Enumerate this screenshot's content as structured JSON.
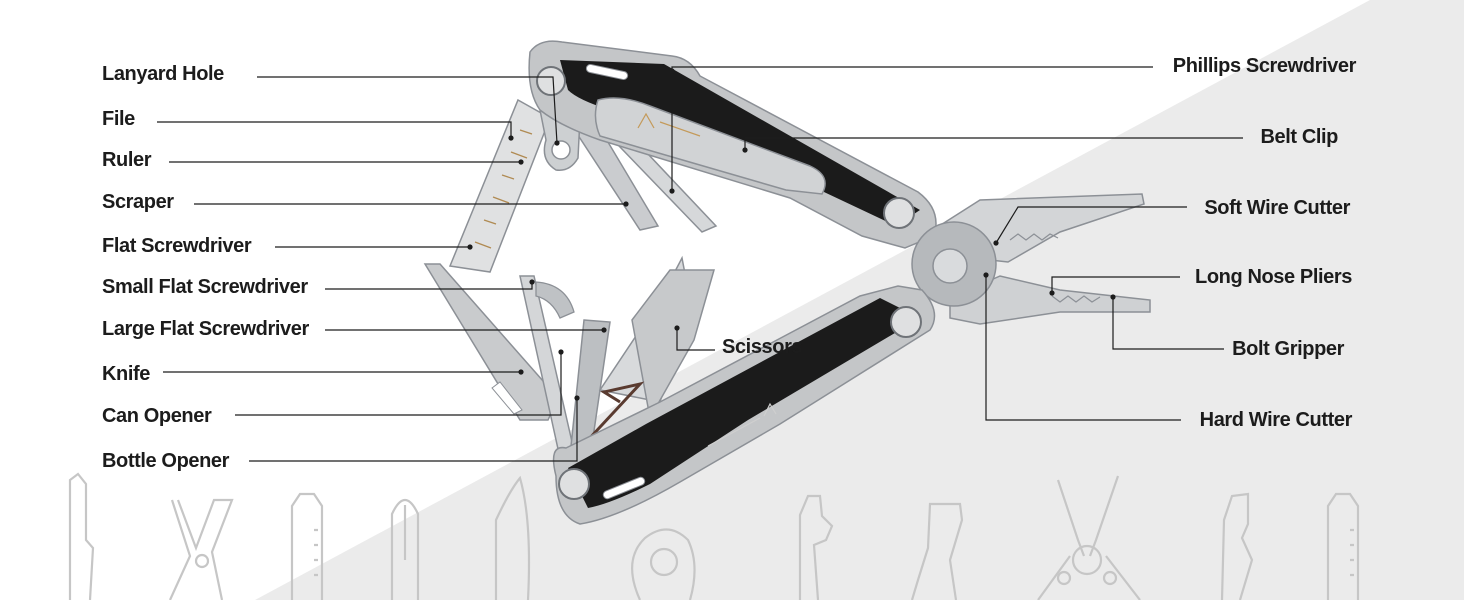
{
  "colors": {
    "background": "#ffffff",
    "diagonal_band": "#ebebeb",
    "handle_black": "#1b1b1b",
    "steel": "#c4c6c8",
    "steel_dark": "#8c9096",
    "leader_line": "#1c1c1c",
    "label_text": "#1c1c1c",
    "silhouette_stroke": "#c6c6c6",
    "ruler_marks": "#b08a52"
  },
  "labels_left": [
    {
      "id": "lanyard-hole",
      "text": "Lanyard Hole"
    },
    {
      "id": "file",
      "text": "File"
    },
    {
      "id": "ruler",
      "text": "Ruler"
    },
    {
      "id": "scraper",
      "text": "Scraper"
    },
    {
      "id": "flat-screwdriver",
      "text": "Flat Screwdriver"
    },
    {
      "id": "small-flat-screwdriver",
      "text": "Small Flat Screwdriver"
    },
    {
      "id": "large-flat-screwdriver",
      "text": "Large Flat Screwdriver"
    },
    {
      "id": "knife",
      "text": "Knife"
    },
    {
      "id": "can-opener",
      "text": "Can Opener"
    },
    {
      "id": "bottle-opener",
      "text": "Bottle Opener"
    }
  ],
  "labels_center": [
    {
      "id": "scissors",
      "text": "Scissors"
    }
  ],
  "labels_right": [
    {
      "id": "phillips-screwdriver",
      "text": "Phillips Screwdriver"
    },
    {
      "id": "belt-clip",
      "text": "Belt Clip"
    },
    {
      "id": "soft-wire-cutter",
      "text": "Soft Wire Cutter"
    },
    {
      "id": "long-nose-pliers",
      "text": "Long Nose Pliers"
    },
    {
      "id": "bolt-gripper",
      "text": "Bolt Gripper"
    },
    {
      "id": "hard-wire-cutter",
      "text": "Hard Wire Cutter"
    }
  ],
  "icons": [
    "bottle-opener-silhouette-icon",
    "scissors-silhouette-icon",
    "ruler-silhouette-icon",
    "phillips-bit-silhouette-icon",
    "knife-silhouette-icon",
    "lanyard-ring-silhouette-icon",
    "can-opener-silhouette-icon",
    "flat-screwdriver-silhouette-icon",
    "pliers-silhouette-icon"
  ]
}
